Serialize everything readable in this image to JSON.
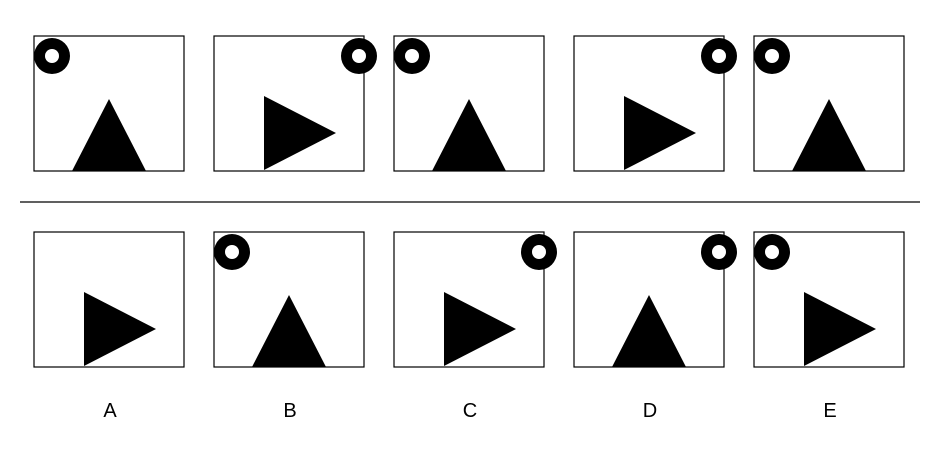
{
  "puzzle": {
    "sequence": [
      {
        "shape": "triangle-up",
        "ring": "top-left"
      },
      {
        "shape": "triangle-right",
        "ring": "top-right"
      },
      {
        "shape": "triangle-up",
        "ring": "top-left"
      },
      {
        "shape": "triangle-right",
        "ring": "top-right"
      },
      {
        "shape": "triangle-up",
        "ring": "top-left"
      }
    ],
    "options": [
      {
        "label": "A",
        "shape": "triangle-right",
        "ring": "none"
      },
      {
        "label": "B",
        "shape": "triangle-up",
        "ring": "top-left"
      },
      {
        "label": "C",
        "shape": "triangle-right",
        "ring": "top-right"
      },
      {
        "label": "D",
        "shape": "triangle-up",
        "ring": "top-right"
      },
      {
        "label": "E",
        "shape": "triangle-right",
        "ring": "top-left"
      }
    ]
  },
  "colors": {
    "stroke": "#000000",
    "fill": "#000000",
    "background": "#ffffff"
  }
}
